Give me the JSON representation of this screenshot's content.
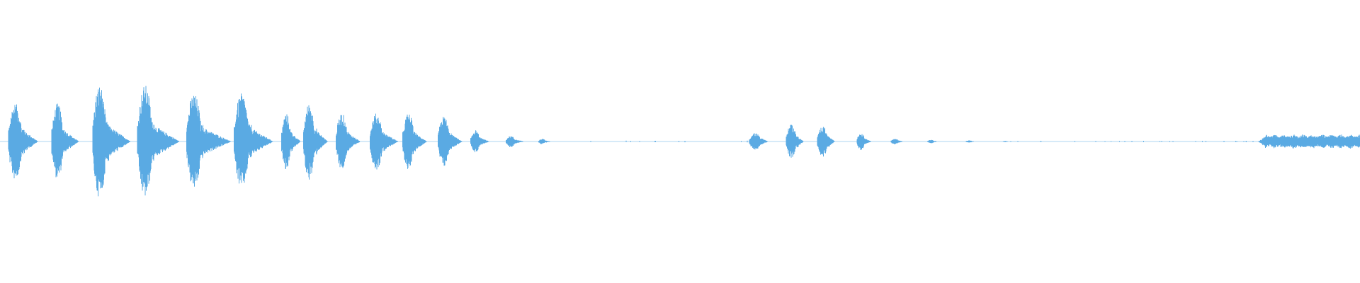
{
  "waveform": {
    "color": "#5aaae3",
    "background": "#ffffff",
    "bursts": [
      {
        "t": 0.006,
        "w": 0.012,
        "a": 0.27,
        "tail": 0.01
      },
      {
        "t": 0.038,
        "w": 0.01,
        "a": 0.27,
        "tail": 0.01
      },
      {
        "t": 0.068,
        "w": 0.012,
        "a": 0.4,
        "tail": 0.016
      },
      {
        "t": 0.101,
        "w": 0.013,
        "a": 0.4,
        "tail": 0.018
      },
      {
        "t": 0.137,
        "w": 0.013,
        "a": 0.34,
        "tail": 0.02
      },
      {
        "t": 0.172,
        "w": 0.013,
        "a": 0.34,
        "tail": 0.016
      },
      {
        "t": 0.207,
        "w": 0.008,
        "a": 0.2,
        "tail": 0.006
      },
      {
        "t": 0.223,
        "w": 0.01,
        "a": 0.27,
        "tail": 0.008
      },
      {
        "t": 0.247,
        "w": 0.01,
        "a": 0.2,
        "tail": 0.008
      },
      {
        "t": 0.272,
        "w": 0.011,
        "a": 0.2,
        "tail": 0.01
      },
      {
        "t": 0.296,
        "w": 0.01,
        "a": 0.2,
        "tail": 0.008
      },
      {
        "t": 0.322,
        "w": 0.01,
        "a": 0.18,
        "tail": 0.008
      },
      {
        "t": 0.346,
        "w": 0.008,
        "a": 0.08,
        "tail": 0.006
      },
      {
        "t": 0.372,
        "w": 0.008,
        "a": 0.04,
        "tail": 0.006
      },
      {
        "t": 0.396,
        "w": 0.006,
        "a": 0.02,
        "tail": 0.004
      },
      {
        "t": 0.551,
        "w": 0.01,
        "a": 0.06,
        "tail": 0.004
      },
      {
        "t": 0.578,
        "w": 0.009,
        "a": 0.12,
        "tail": 0.004
      },
      {
        "t": 0.601,
        "w": 0.009,
        "a": 0.11,
        "tail": 0.004
      },
      {
        "t": 0.63,
        "w": 0.007,
        "a": 0.06,
        "tail": 0.004
      },
      {
        "t": 0.655,
        "w": 0.007,
        "a": 0.02,
        "tail": 0.003
      },
      {
        "t": 0.682,
        "w": 0.006,
        "a": 0.012,
        "tail": 0.003
      },
      {
        "t": 0.71,
        "w": 0.006,
        "a": 0.008,
        "tail": 0.002
      },
      {
        "t": 0.737,
        "w": 0.005,
        "a": 0.004,
        "tail": 0.002
      }
    ],
    "hum": {
      "start": 0.925,
      "end": 1.0,
      "a": 0.05
    }
  }
}
